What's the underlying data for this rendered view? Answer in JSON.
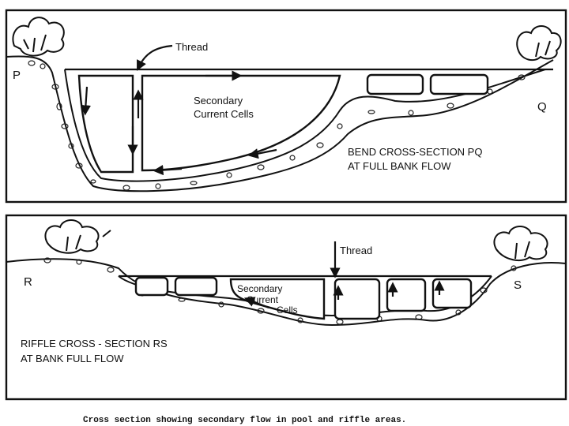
{
  "top_section": {
    "left_label": "P",
    "right_label": "Q",
    "thread_label": "Thread",
    "cells_label_line1": "Secondary",
    "cells_label_line2": "Current Cells",
    "caption_line1": "BEND CROSS-SECTION PQ",
    "caption_line2": "AT FULL BANK FLOW"
  },
  "bottom_section": {
    "left_label": "R",
    "right_label": "S",
    "thread_label": "Thread",
    "cells_label_line1": "Secondary",
    "cells_label_line2": "Current",
    "cells_label_line3": "Cells",
    "caption_line1": "RIFFLE CROSS - SECTION RS",
    "caption_line2": "AT BANK FULL FLOW"
  },
  "figure_caption": "Cross section showing secondary flow in pool and riffle areas."
}
